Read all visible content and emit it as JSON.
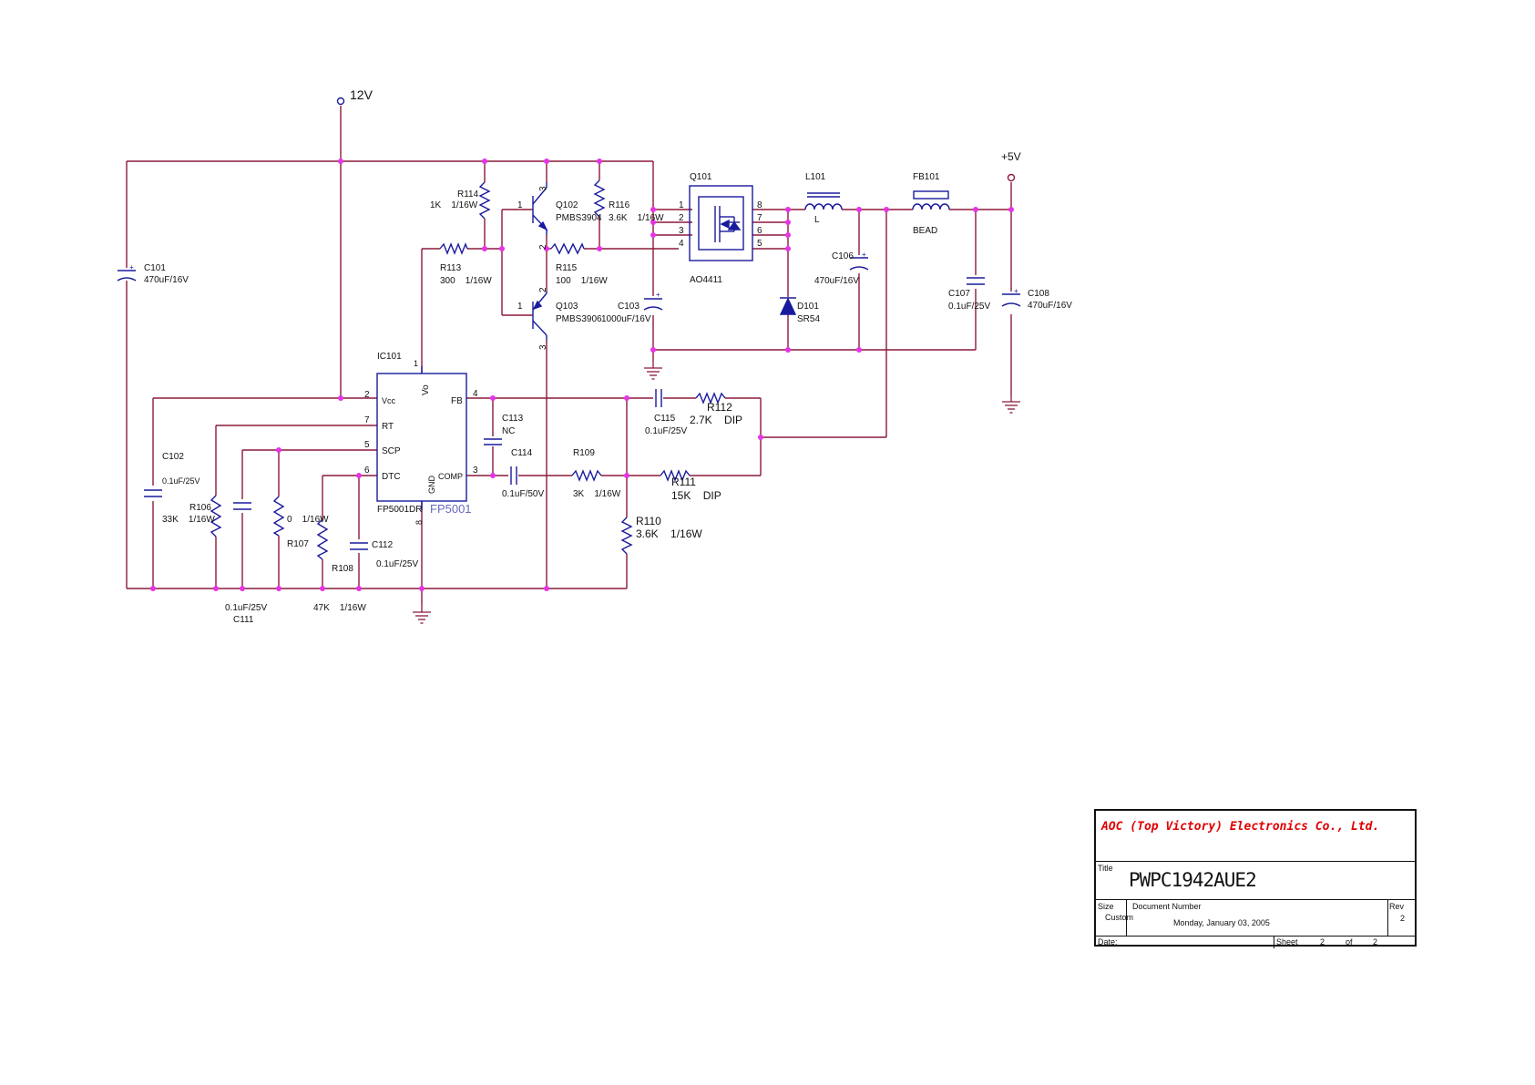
{
  "nets": {
    "v12": "12V",
    "v5": "+5V"
  },
  "ic": {
    "ref": "IC101",
    "part": "FP5001DR",
    "name": "FP5001",
    "pins": {
      "vcc_num": "2",
      "vcc": "Vcc",
      "rt_num": "7",
      "rt": "RT",
      "scp_num": "5",
      "scp": "SCP",
      "dtc_num": "6",
      "dtc": "DTC",
      "vo_num": "1",
      "vo": "Vo",
      "fb_num": "4",
      "fb": "FB",
      "comp_num": "3",
      "comp": "COMP",
      "gnd_num": "8",
      "gnd": "GND"
    }
  },
  "components": {
    "r114": {
      "ref": "R114",
      "val": "1K    1/16W"
    },
    "r113": {
      "ref": "R113",
      "val": "300    1/16W"
    },
    "q102": {
      "ref": "Q102",
      "part": "PMBS3904"
    },
    "q103": {
      "ref": "Q103",
      "part": "PMBS3906"
    },
    "r116": {
      "ref": "R116",
      "val": "3.6K    1/16W"
    },
    "r115": {
      "ref": "R115",
      "val": "100    1/16W"
    },
    "c103": {
      "ref": "C103",
      "val": "1000uF/16V"
    },
    "q101": {
      "ref": "Q101",
      "part": "AO4411"
    },
    "l101": {
      "ref": "L101",
      "val": "L"
    },
    "fb101": {
      "ref": "FB101",
      "val": "BEAD"
    },
    "c106": {
      "ref": "C106",
      "val": "470uF/16V"
    },
    "d101": {
      "ref": "D101",
      "val": "SR54"
    },
    "c107": {
      "ref": "C107",
      "val": "0.1uF/25V"
    },
    "c108": {
      "ref": "C108",
      "val": "470uF/16V"
    },
    "c101": {
      "ref": "C101",
      "val": "470uF/16V"
    },
    "c102": {
      "ref": "C102",
      "val": "0.1uF/25V"
    },
    "r106": {
      "ref": "R106",
      "val": "33K    1/16W"
    },
    "c111": {
      "ref": "C111",
      "val": "0.1uF/25V"
    },
    "r107": {
      "ref": "R107",
      "val": "0    1/16W"
    },
    "r108": {
      "ref": "R108",
      "val": "47K    1/16W"
    },
    "c112": {
      "ref": "C112",
      "val": "0.1uF/25V"
    },
    "c113": {
      "ref": "C113",
      "val": "NC"
    },
    "c114": {
      "ref": "C114",
      "val": "0.1uF/50V"
    },
    "r109": {
      "ref": "R109",
      "val": "3K    1/16W"
    },
    "r110": {
      "ref": "R110",
      "val": "3.6K    1/16W"
    },
    "c115": {
      "ref": "C115",
      "val": "0.1uF/25V"
    },
    "r112": {
      "ref": "R112",
      "val": "2.7K    DIP"
    },
    "r111": {
      "ref": "R111",
      "val": "15K    DIP"
    }
  },
  "pin_numbers": {
    "q102": [
      "1",
      "2",
      "3"
    ],
    "q103": [
      "1",
      "2",
      "3"
    ],
    "q101_left": [
      "1",
      "2",
      "3",
      "4"
    ],
    "q101_right": [
      "8",
      "7",
      "6",
      "5"
    ]
  },
  "title_block": {
    "company": "AOC (Top Victory) Electronics Co., Ltd.",
    "title_label": "Title",
    "title": "PWPC1942AUE2",
    "size_label": "Size",
    "size": "Custom",
    "doc_label": "Document Number",
    "date_text": "Monday, January 03, 2005",
    "rev_label": "Rev",
    "rev": "2",
    "date_label": "Date:",
    "sheet_label": "Sheet",
    "sheet": "2",
    "of_label": "of",
    "total": "2"
  },
  "colors": {
    "wire": "#8b1a3a",
    "component": "#1a1a9e",
    "junction": "#e633e6",
    "company_text": "#e00000"
  }
}
